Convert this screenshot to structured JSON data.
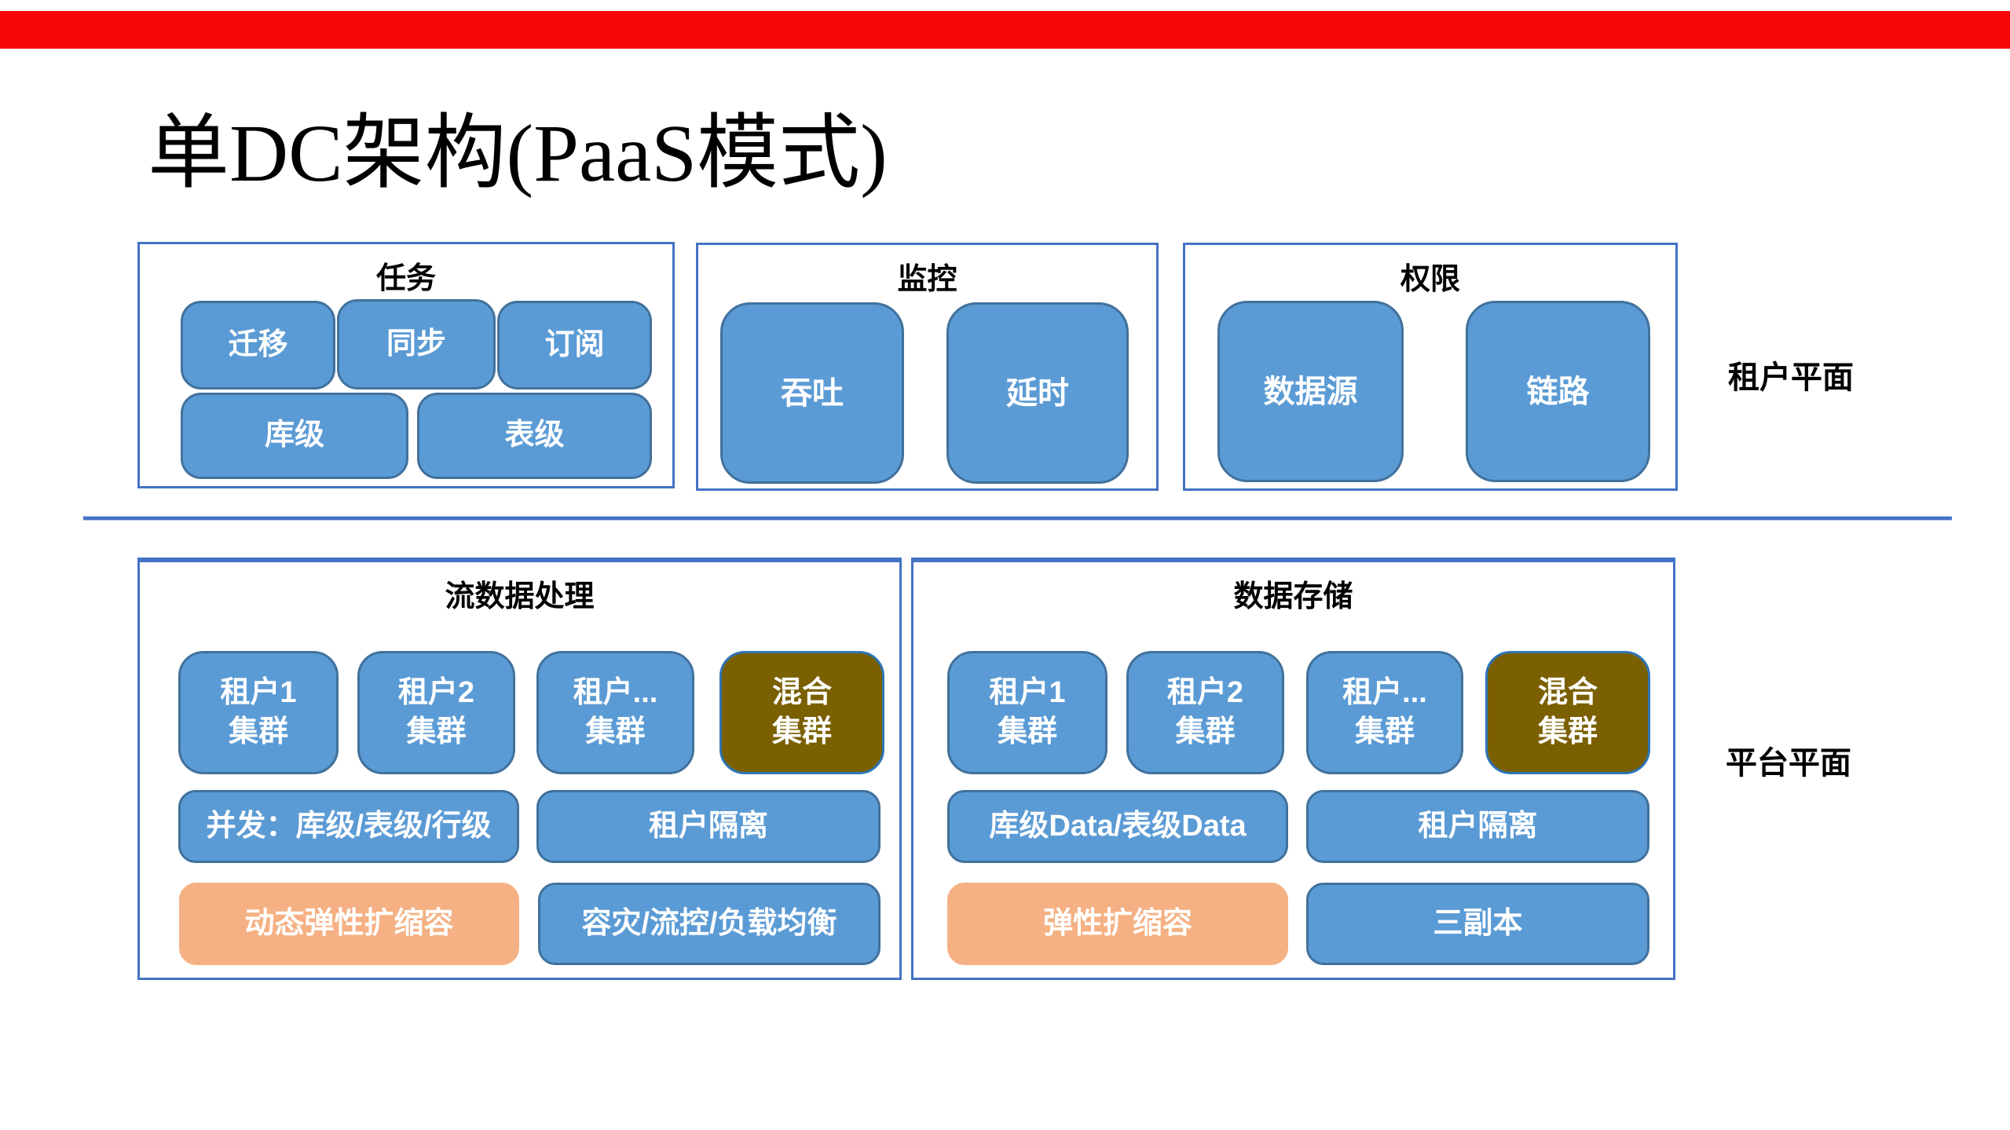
{
  "top_bar": {
    "color": "#f60606"
  },
  "title": {
    "text": "单DC架构(PaaS模式)"
  },
  "plane_labels": {
    "tenant": "租户平面",
    "platform": "平台平面"
  },
  "tenant_plane": {
    "tasks": {
      "title": "任务",
      "row1": [
        "迁移",
        "同步",
        "订阅"
      ],
      "row2": [
        "库级",
        "表级"
      ]
    },
    "monitor": {
      "title": "监控",
      "tiles": [
        "吞吐",
        "延时"
      ]
    },
    "perms": {
      "title": "权限",
      "tiles": [
        "数据源",
        "链路"
      ]
    }
  },
  "platform_plane": {
    "stream": {
      "title": "流数据处理",
      "clusters": [
        [
          "租户1",
          "集群"
        ],
        [
          "租户2",
          "集群"
        ],
        [
          "租户...",
          "集群"
        ],
        [
          "混合",
          "集群"
        ]
      ],
      "row2": [
        "并发：库级/表级/行级",
        "租户隔离"
      ],
      "row3": [
        "动态弹性扩缩容",
        "容灾/流控/负载均衡"
      ]
    },
    "storage": {
      "title": "数据存储",
      "clusters": [
        [
          "租户1",
          "集群"
        ],
        [
          "租户2",
          "集群"
        ],
        [
          "租户...",
          "集群"
        ],
        [
          "混合",
          "集群"
        ]
      ],
      "row2": [
        "库级Data/表级Data",
        "租户隔离"
      ],
      "row3": [
        "弹性扩缩容",
        "三副本"
      ]
    }
  },
  "colors": {
    "accent_border": "#4472c4",
    "tile_blue_fill": "#5b9bd5",
    "tile_blue_border": "#41719c",
    "tile_olive_fill": "#7a6000",
    "tile_olive_border": "#2e74b5",
    "tile_orange_fill": "#f5b183",
    "top_bar_red": "#f60606"
  }
}
